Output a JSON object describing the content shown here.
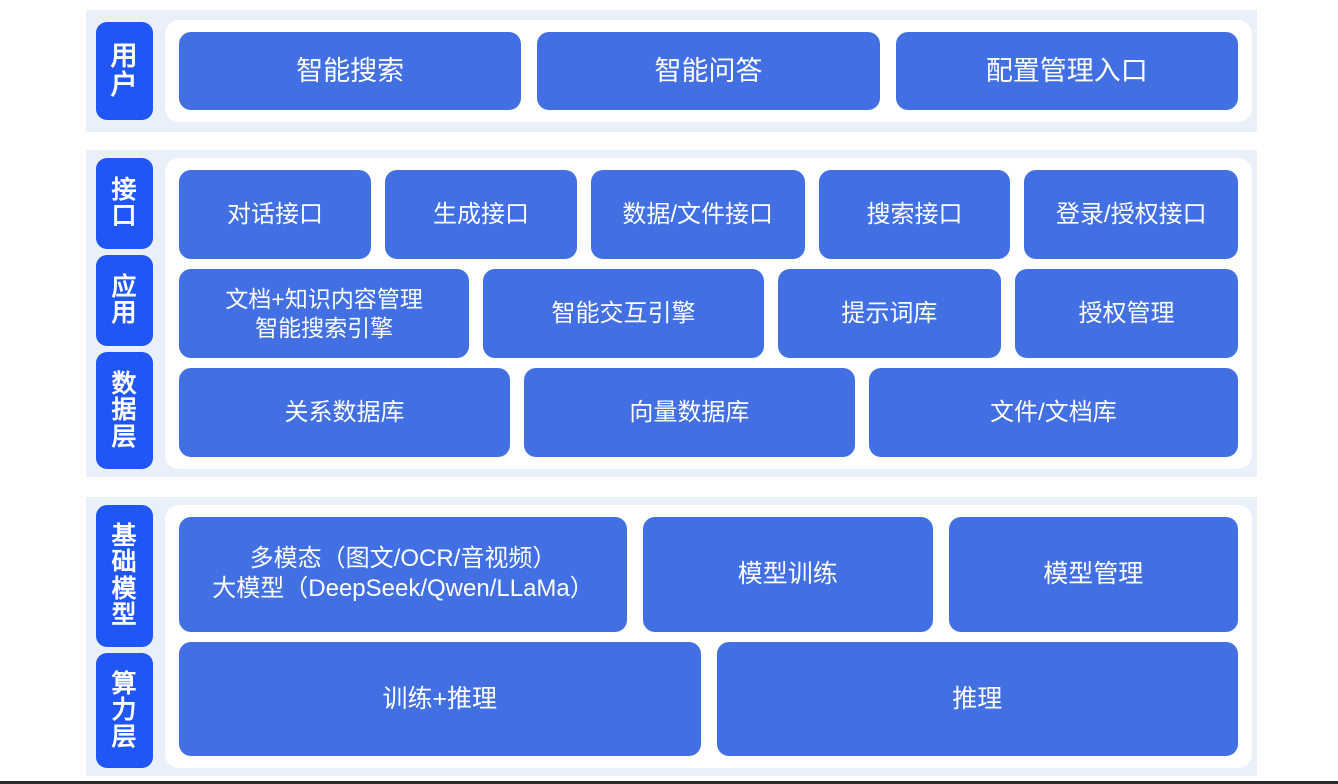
{
  "diagram": {
    "colors": {
      "page_background": "#ffffff",
      "band_background": "#eaf0fa",
      "panel_background": "#ffffff",
      "chip_blue": "#1f56f5",
      "box_blue": "#4270e3",
      "text_on_blue": "#ffffff"
    },
    "sections": [
      {
        "id": "user",
        "labels": [
          "用户"
        ],
        "rows": [
          {
            "id": "user-entries",
            "boxes": [
              "智能搜索",
              "智能问答",
              "配置管理入口"
            ]
          }
        ]
      },
      {
        "id": "app",
        "labels": [
          "接口",
          "应用",
          "数据层"
        ],
        "rows": [
          {
            "id": "interface",
            "boxes": [
              "对话接口",
              "生成接口",
              "数据/文件接口",
              "搜索接口",
              "登录/授权接口"
            ]
          },
          {
            "id": "application",
            "boxes": [
              "文档+知识内容管理\n智能搜索引擎",
              "智能交互引擎",
              "提示词库",
              "授权管理"
            ]
          },
          {
            "id": "data",
            "boxes": [
              "关系数据库",
              "向量数据库",
              "文件/文档库"
            ]
          }
        ]
      },
      {
        "id": "infra",
        "labels": [
          "基础模型",
          "算力层"
        ],
        "rows": [
          {
            "id": "model",
            "boxes": [
              "多模态（图文/OCR/音视频）\n大模型（DeepSeek/Qwen/LLaMa）",
              "模型训练",
              "模型管理"
            ]
          },
          {
            "id": "compute",
            "boxes": [
              "训练+推理",
              "推理"
            ]
          }
        ]
      }
    ]
  }
}
